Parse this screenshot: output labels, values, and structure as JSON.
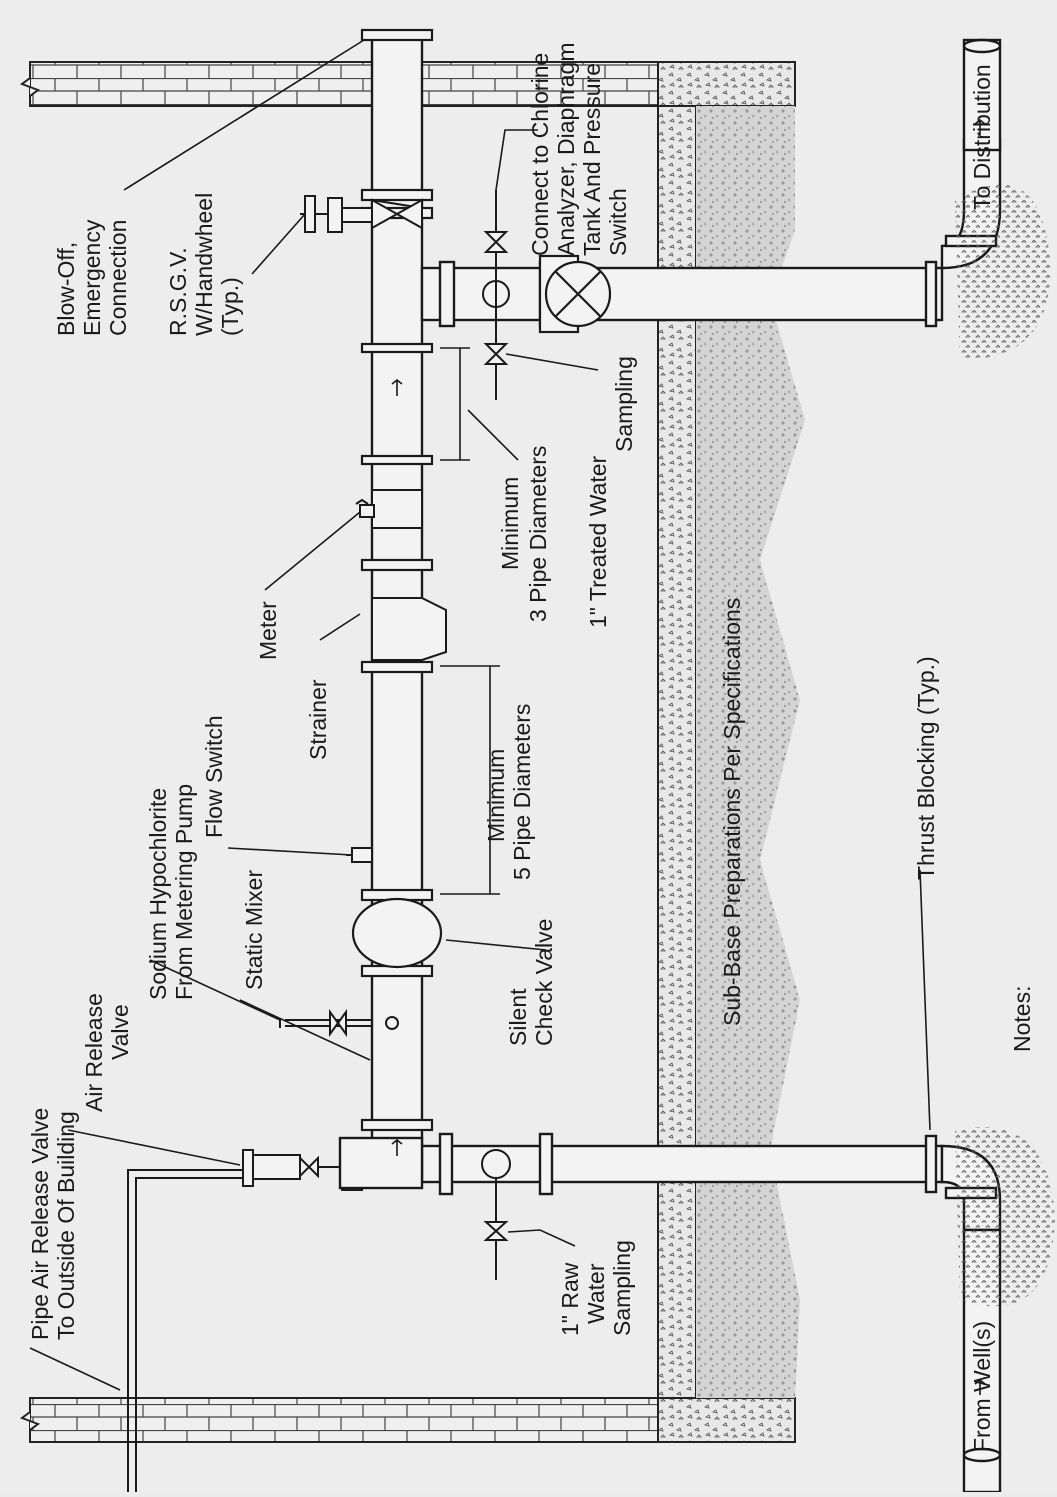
{
  "labels": {
    "pipe_air_release_1": "Pipe Air Release Valve",
    "pipe_air_release_2": "To Outside Of Building",
    "air_release_1": "Air Release",
    "air_release_2": "Valve",
    "sodium_1": "Sodium Hypochlorite",
    "sodium_2": "From Metering Pump",
    "static_mixer": "Static Mixer",
    "flow_switch": "Flow Switch",
    "strainer": "Strainer",
    "meter": "Meter",
    "rsgv_1": "R.S.G.V.",
    "rsgv_2": "W/Handwheel",
    "rsgv_3": "(Typ.)",
    "blowoff_1": "Blow-Off,",
    "blowoff_2": "Emergency",
    "blowoff_3": "Connection",
    "chlorine_1": "Connect to Chlorine",
    "chlorine_2": "Analyzer, Diaphragm",
    "chlorine_3": "Tank And Pressure",
    "chlorine_4": "Switch",
    "treated_1": "1\" Treated Water",
    "treated_2": "Sampling",
    "min3_1": "Minimum",
    "min3_2": "3 Pipe Diameters",
    "min5_1": "Minimum",
    "min5_2": "5 Pipe Diameters",
    "check_1": "Silent",
    "check_2": "Check Valve",
    "raw_1": "1\" Raw",
    "raw_2": "Water",
    "raw_3": "Sampling",
    "subbase": "Sub-Base Preparations Per Specifications",
    "thrust": "Thrust Blocking (Typ.)",
    "notes": "Notes:",
    "from_well": "From Well(s)",
    "to_distribution": "To Distribution"
  }
}
